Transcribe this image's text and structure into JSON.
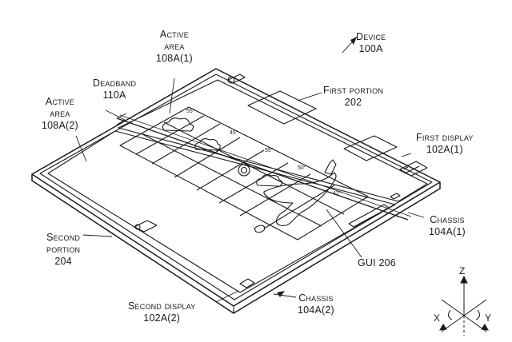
{
  "labels": {
    "device": [
      "Device",
      "100A"
    ],
    "active_area_1": [
      "Active",
      "area",
      "108A(1)"
    ],
    "deadband": [
      "Deadband",
      "110A"
    ],
    "active_area_2": [
      "Active",
      "area",
      "108A(2)"
    ],
    "first_portion": [
      "First portion",
      "202"
    ],
    "first_display": [
      "First display",
      "102A(1)"
    ],
    "chassis_1": [
      "Chassis",
      "104A(1)"
    ],
    "second_portion": [
      "Second",
      "portion",
      "204"
    ],
    "gui": [
      "GUI 206"
    ],
    "second_display": [
      "Second display",
      "102A(2)"
    ],
    "chassis_2": [
      "Chassis",
      "104A(2)"
    ]
  },
  "axes": {
    "z": "Z",
    "x": "X",
    "y": "Y"
  },
  "weather": {
    "temps": [
      "55°",
      "45°",
      "55°",
      "50°",
      "42°"
    ]
  }
}
